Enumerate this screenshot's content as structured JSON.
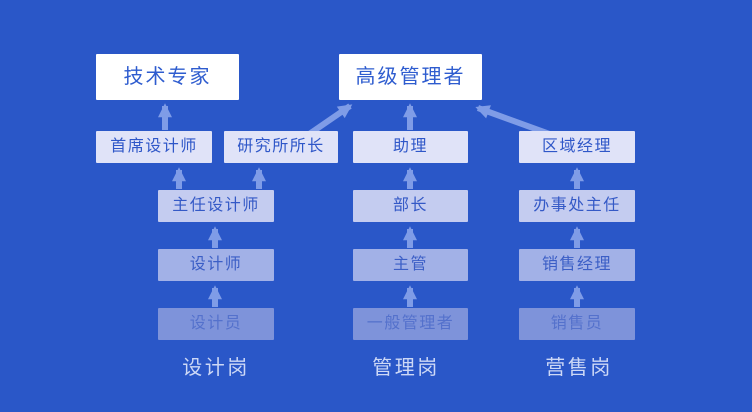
{
  "colors": {
    "background": "#2a57c8",
    "box_level1": "#ffffff",
    "box_level2": "#e0e3f8",
    "box_level3": "#c4ccf0",
    "box_level4": "#a2b1e7",
    "box_level5": "#7e93da",
    "text_level1": "#2e5ccf",
    "text_level2": "#2f57c8",
    "text_level3": "#3459c6",
    "text_level4": "#3b5ec6",
    "text_level5": "#5471cc",
    "arrow": "#7f9ce7",
    "footer_text": "#cdd8f6"
  },
  "chart": {
    "top_row": {
      "tech_expert": "技术专家",
      "senior_manager": "高级管理者"
    },
    "row2": {
      "chief_designer": "首席设计师",
      "institute_director": "研究所所长",
      "assistant": "助理",
      "regional_manager": "区域经理"
    },
    "row3": {
      "principal_designer": "主任设计师",
      "department_head": "部长",
      "office_director": "办事处主任"
    },
    "row4": {
      "designer": "设计师",
      "supervisor": "主管",
      "sales_manager": "销售经理"
    },
    "row5": {
      "junior_designer": "设计员",
      "general_manager": "一般管理者",
      "salesperson": "销售员"
    },
    "column_labels": {
      "design": "设计岗",
      "management": "管理岗",
      "sales": "营售岗"
    }
  }
}
